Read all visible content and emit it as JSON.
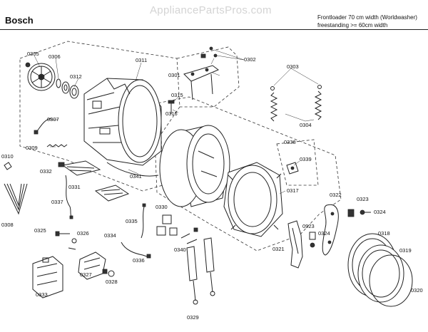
{
  "header": {
    "brand": "Bosch",
    "watermark": "AppliancePartsPros.com",
    "description_line1": "Frontloader 70 cm width (Worldwasher)",
    "description_line2": "freestanding >= 60cm width"
  },
  "parts": {
    "p0301": "0301",
    "p0302": "0302",
    "p0303": "0303",
    "p0304": "0304",
    "p0305": "0305",
    "p0306": "0306",
    "p0307": "0307",
    "p0308": "0308",
    "p0309": "0309",
    "p0310": "0310",
    "p0311": "0311",
    "p0312": "0312",
    "p0315": "0315",
    "p0316": "0316",
    "p0317": "0317",
    "p0318": "0318",
    "p0319": "0319",
    "p0320": "0320",
    "p0321": "0321",
    "p0322": "0322",
    "p0323": "0323",
    "p0324": "0324",
    "p0325": "0325",
    "p0326": "0326",
    "p0327": "0327",
    "p0328": "0328",
    "p0329": "0329",
    "p0330": "0330",
    "p0331": "0331",
    "p0332": "0332",
    "p0333": "0333",
    "p0334": "0334",
    "p0335": "0335",
    "p0336": "0336",
    "p0337": "0337",
    "p0338": "0338",
    "p0339": "0339",
    "p0340": "0340",
    "p0341": "0341",
    "p0923": "0923"
  }
}
